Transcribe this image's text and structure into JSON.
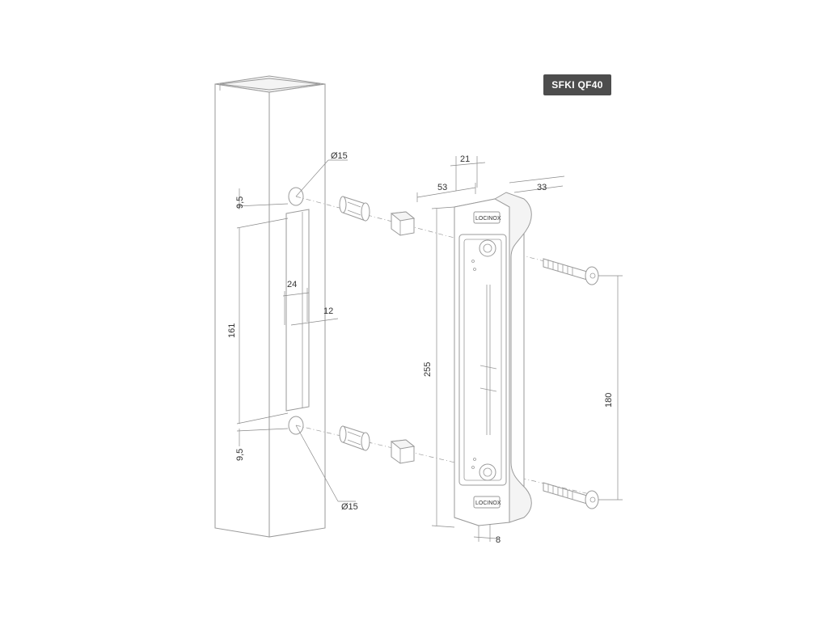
{
  "badge": {
    "label": "SFKI QF40"
  },
  "dimensions": {
    "hole_top_diameter": "Ø15",
    "hole_bottom_diameter": "Ø15",
    "offset_top": "9,5",
    "offset_bottom": "9,5",
    "slot_length": "161",
    "slot_width": "24",
    "slot_half": "12",
    "keep_width": "53",
    "keep_inner": "21",
    "keep_depth": "33",
    "keep_height": "255",
    "screw_spacing": "180",
    "keep_thickness": "8"
  },
  "plate_marks": {
    "top": "LOCINOX",
    "bottom": "LOCINOX"
  },
  "colors": {
    "line": "#9a9a9a",
    "badge": "#4d4d4d",
    "text": "#333333"
  }
}
